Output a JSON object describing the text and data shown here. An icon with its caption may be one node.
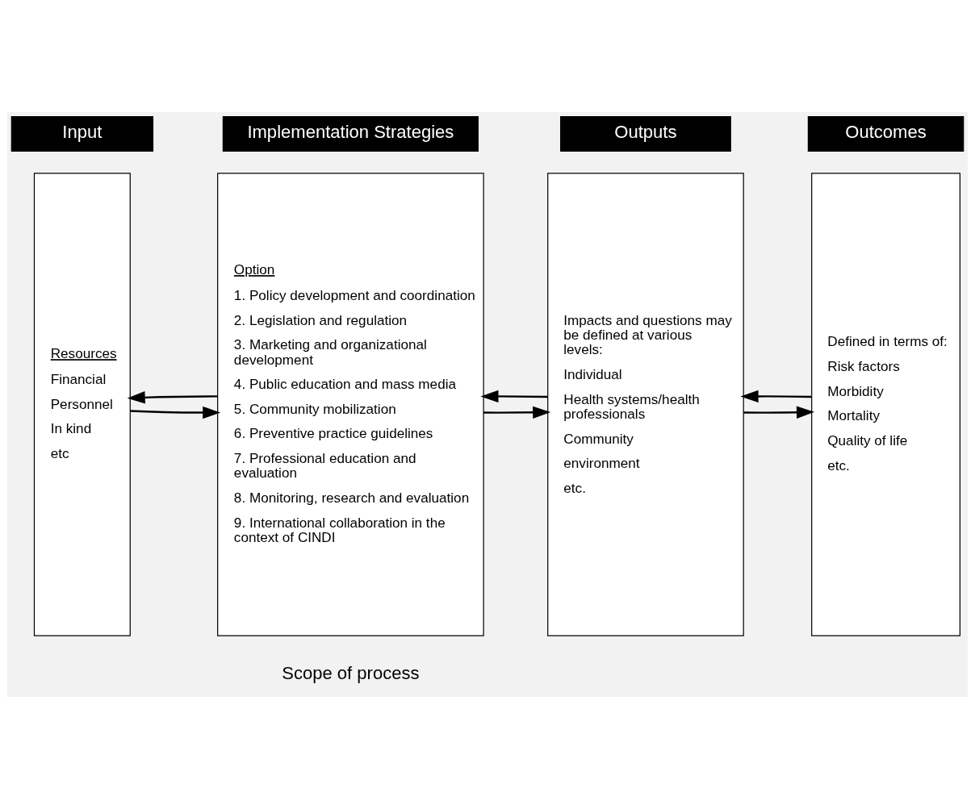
{
  "diagram": {
    "nodes": [
      {
        "text": [
          "Resources",
          "Financial",
          "Personnel",
          "In kind",
          "etc"
        ]
      },
      {
        "text": [
          "Option",
          "1. Policy development and coordination",
          "2. Legislation and regulation",
          "3. Marketing and organizational development",
          "4. Public education and mass media",
          "5. Community mobilization",
          "6. Preventive practice guidelines",
          "7. Professional education and evaluation",
          "8. Monitoring, research and evaluation",
          "9. International collaboration in the context of CINDI"
        ]
      },
      {
        "text": [
          "Impacts and questions may be defined at various levels:",
          "Individual",
          "Health systems/health professionals",
          "Community",
          "environment",
          "etc."
        ]
      },
      {
        "text": [
          "Defined in terms of:",
          "Risk factors",
          "Morbidity",
          "Mortality",
          "Quality of life",
          "etc."
        ]
      }
    ],
    "edges": [
      {
        "from": 0,
        "to": 1,
        "arrow": "to"
      },
      {
        "from": 1,
        "to": 2,
        "arrow": "to"
      },
      {
        "from": 2,
        "to": 3,
        "arrow": "to"
      },
      {
        "from": 1,
        "to": 0,
        "arrow": "to"
      },
      {
        "from": 2,
        "to": 1,
        "arrow": "to"
      },
      {
        "from": 3,
        "to": 2,
        "arrow": "to"
      }
    ],
    "labels": [
      "Input",
      "Implementation Strategies",
      "Outputs",
      "Outcomes",
      "Scope of process"
    ]
  }
}
